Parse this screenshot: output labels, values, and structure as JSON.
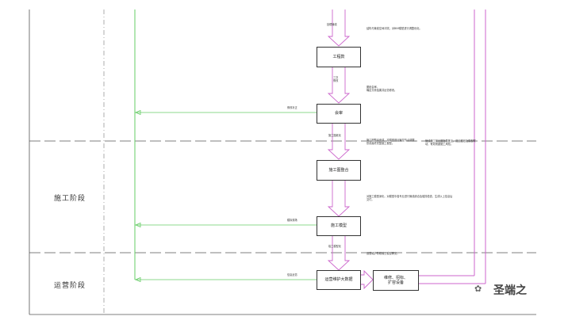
{
  "lanes": {
    "construction": "施工阶段",
    "operation": "运营阶段"
  },
  "boxes": {
    "b1": "工程款",
    "b2": "会审",
    "b3": "施工图整合",
    "b4": "施工模型",
    "b5": "运营维护大数据",
    "b6": "维修、招标、\n扩容设备"
  },
  "labels": {
    "l_top_arrow": "处理管线",
    "l_mid1": "三次\n修改",
    "l_mid2": "施工图纸化",
    "l_mid3": "竣工模型化",
    "l_green1": "修改补正",
    "l_green2": "模拟现场",
    "l_green3": "信息反馈"
  },
  "notes": {
    "n1": "结构与管线空间冲突，对BIM模型进行调整优化。",
    "n2": "图纸会审，\n确定分析结果并反馈修改。",
    "n3": "施工图整合完成，将模型进行管控节点调整，\n形成最终完整施工模型。",
    "n4": "管线施工前出图指导施工，施工图纸及模型联动，有效规避施工风险。",
    "n5": "对施工模型深化，对模型中各专业进行管线综合及碰撞检查，生成以上信息后\n交付。",
    "n6": "运营维护阶段竣工模型移交。"
  },
  "watermark": {
    "text": "圣端之",
    "icon": "wechat-icon"
  },
  "colors": {
    "flow": "#cc66cc",
    "feedback": "#66cc66",
    "line": "#555555"
  }
}
